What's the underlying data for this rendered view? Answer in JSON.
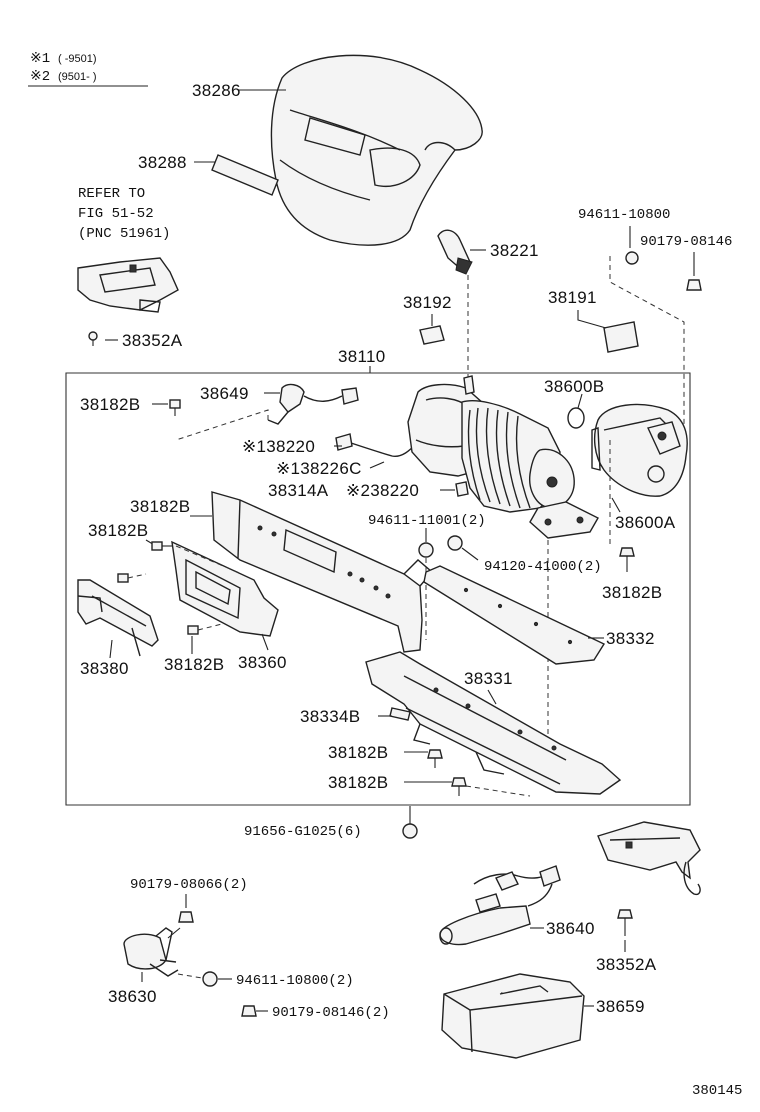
{
  "legend": {
    "note1_mark": "※1",
    "note1_range": "(     -9501)",
    "note2_mark": "※2",
    "note2_range": "(9501-     )"
  },
  "refer": {
    "line1": "REFER TO",
    "line2": "FIG 51-52",
    "line3": "(PNC 51961)"
  },
  "labels": {
    "p38286": "38286",
    "p38288": "38288",
    "p38221": "38221",
    "p94611_10800_top": "94611-10800",
    "p90179_08146_top": "90179-08146",
    "p38192": "38192",
    "p38191": "38191",
    "p38352A_left": "38352A",
    "p38110": "38110",
    "p38649": "38649",
    "p38600B": "38600B",
    "p38182B_1": "38182B",
    "p38220": "※138220",
    "p138226C": "※138226C",
    "p38314A": "38314A",
    "p238220": "※238220",
    "p38182B_2": "38182B",
    "p94611_11001": "94611-11001(2)",
    "p38600A": "38600A",
    "p38182B_3": "38182B",
    "p94120_41000": "94120-41000(2)",
    "p38182B_4": "38182B",
    "p38332": "38332",
    "p38380": "38380",
    "p38182B_5": "38182B",
    "p38360": "38360",
    "p38331": "38331",
    "p38334B": "38334B",
    "p38182B_6": "38182B",
    "p38182B_7": "38182B",
    "p91656_G1025": "91656-G1025(6)",
    "p90179_08066": "90179-08066(2)",
    "p38640": "38640",
    "p38352A_right": "38352A",
    "p94611_10800_bottom": "94611-10800(2)",
    "p38630": "38630",
    "p90179_08146_bottom": "90179-08146(2)",
    "p38659": "38659"
  },
  "figure_number": "380145"
}
